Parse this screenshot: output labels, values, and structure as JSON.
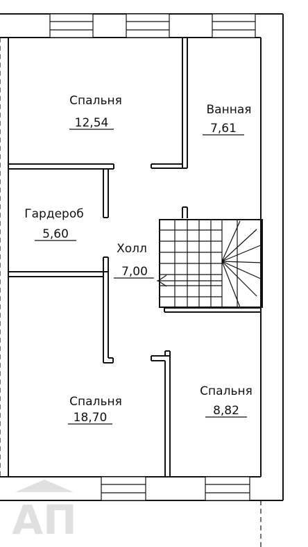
{
  "rooms": [
    {
      "label": "Спальня",
      "area": "12,54"
    },
    {
      "label": "Ванная",
      "area": "7,61"
    },
    {
      "label": "Гардероб",
      "area": "5,60"
    },
    {
      "label": "Холл",
      "area": "7,00"
    },
    {
      "label": "Спальня",
      "area": "18,70"
    },
    {
      "label": "Спальня",
      "area": "8,82"
    }
  ],
  "watermark": {
    "logo_text": "АП"
  },
  "colors": {
    "line": "#111111",
    "watermark": "#c8c8c8"
  }
}
